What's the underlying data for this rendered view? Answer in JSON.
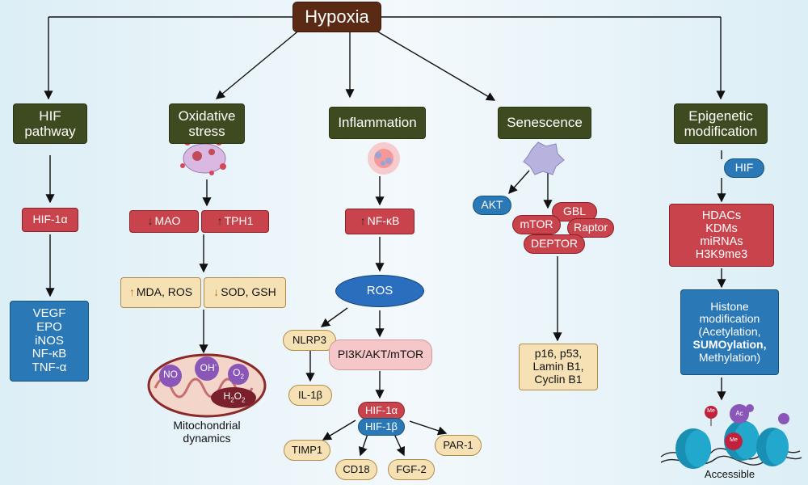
{
  "root": "Hypoxia",
  "categories": {
    "hif": "HIF\npathway",
    "oxidative": "Oxidative\nstress",
    "inflammation": "Inflammation",
    "senescence": "Senescence",
    "epigenetic": "Epigenetic\nmodification"
  },
  "hif_col": {
    "hif1a": "HIF-1α",
    "targets": "VEGF\nEPO\niNOS\nNF-κB\nTNF-α"
  },
  "ox_col": {
    "mao": "MAO",
    "tph1": "TPH1",
    "mda_ros": "MDA, ROS",
    "sod_gsh": "SOD, GSH",
    "no": "NO",
    "oh": "OH",
    "oh_sup": "-",
    "o2": "O",
    "o2_sub": "2",
    "h2o2_h": "H",
    "h2o2_2a": "2",
    "h2o2_o": "O",
    "h2o2_2b": "2",
    "mito_label": "Mitochondrial\ndynamics"
  },
  "inf_col": {
    "nfkb": "NF-κB",
    "ros": "ROS",
    "nlrp3": "NLRP3",
    "il1b": "IL-1β",
    "pi3k": "PI3K/AKT/mTOR",
    "hif1a": "HIF-1α",
    "hif1b": "HIF-1β",
    "timp1": "TIMP1",
    "cd18": "CD18",
    "fgf2": "FGF-2",
    "par1": "PAR-1"
  },
  "sen_col": {
    "akt": "AKT",
    "gbl": "GBL",
    "mtor": "mTOR",
    "raptor": "Raptor",
    "deptor": "DEPTOR",
    "markers": "p16, p53,\nLamin B1,\nCyclin B1"
  },
  "epi_col": {
    "hif": "HIF",
    "regulators": "HDACs\nKDMs\nmiRNAs\nH3K9me3",
    "histone_a": "Histone\nmodification\n(Acetylation,",
    "sumo": "SUMOylation,",
    "histone_b": "Methylation)",
    "me": "Me",
    "ac": "Ac",
    "accessible": "Accessible"
  },
  "colors": {
    "dark_green": "#3e4a1f",
    "brown": "#5a2a14",
    "red": "#c8434b",
    "blue": "#2a78b6",
    "cream": "#f6e1b4",
    "pink": "#f6c7c8"
  }
}
